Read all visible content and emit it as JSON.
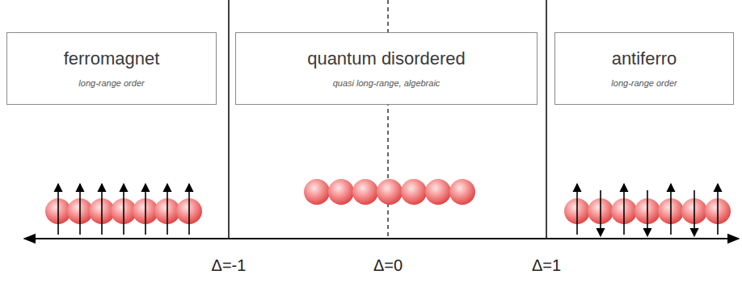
{
  "diagram": {
    "nodes": [
      {
        "text": [
          "ferromagnet",
          "long-range order"
        ]
      },
      {
        "text": [
          "quantum disordered",
          "quasi long-range, algebraic"
        ]
      },
      {
        "text": [
          "antiferro",
          "long-range order"
        ]
      }
    ],
    "labels": [
      "Δ=-1",
      "Δ=0",
      "Δ=1"
    ]
  }
}
